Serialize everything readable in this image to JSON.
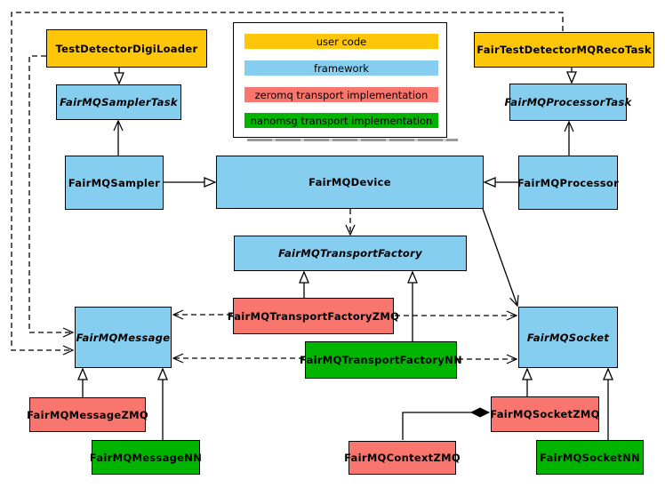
{
  "diagram": {
    "type": "uml-class-diagram",
    "subject": "FairMQ device / transport class hierarchy",
    "colors": {
      "user_code": "#FDC608",
      "framework": "#85CEEF",
      "zeromq": "#F8766D",
      "nanomsg": "#00B400",
      "line": "#000000",
      "background": "#ffffff"
    },
    "nodes": {
      "digi_loader": "TestDetectorDigiLoader",
      "reco_task": "FairTestDetectorMQRecoTask",
      "sampler_task": "FairMQSamplerTask",
      "processor_task": "FairMQProcessorTask",
      "sampler": "FairMQSampler",
      "device": "FairMQDevice",
      "processor": "FairMQProcessor",
      "transport_factory": "FairMQTransportFactory",
      "transport_factory_zmq": "FairMQTransportFactoryZMQ",
      "transport_factory_nn": "FairMQTransportFactoryNN",
      "message": "FairMQMessage",
      "socket": "FairMQSocket",
      "message_zmq": "FairMQMessageZMQ",
      "message_nn": "FairMQMessageNN",
      "socket_zmq": "FairMQSocketZMQ",
      "socket_nn": "FairMQSocketNN",
      "context_zmq": "FairMQContextZMQ"
    },
    "legend": {
      "items": [
        {
          "label": "user code",
          "color": "#FDC608"
        },
        {
          "label": "framework",
          "color": "#85CEEF"
        },
        {
          "label": "zeromq transport implementation",
          "color": "#F8766D"
        },
        {
          "label": "nanomsg transport implementation",
          "color": "#00B400"
        }
      ]
    },
    "edges": [
      {
        "from": "TestDetectorDigiLoader",
        "to": "FairMQSamplerTask",
        "type": "inherits"
      },
      {
        "from": "FairTestDetectorMQRecoTask",
        "to": "FairMQProcessorTask",
        "type": "inherits"
      },
      {
        "from": "FairMQSampler",
        "to": "FairMQDevice",
        "type": "inherits"
      },
      {
        "from": "FairMQProcessor",
        "to": "FairMQDevice",
        "type": "inherits"
      },
      {
        "from": "FairMQSampler",
        "to": "FairMQSamplerTask",
        "type": "association"
      },
      {
        "from": "FairMQProcessor",
        "to": "FairMQProcessorTask",
        "type": "association"
      },
      {
        "from": "FairMQDevice",
        "to": "FairMQSocket",
        "type": "association"
      },
      {
        "from": "FairMQDevice",
        "to": "FairMQTransportFactory",
        "type": "dependency"
      },
      {
        "from": "FairMQTransportFactoryZMQ",
        "to": "FairMQTransportFactory",
        "type": "inherits"
      },
      {
        "from": "FairMQTransportFactoryNN",
        "to": "FairMQTransportFactory",
        "type": "inherits"
      },
      {
        "from": "FairMQTransportFactoryZMQ",
        "to": "FairMQMessage",
        "type": "dependency"
      },
      {
        "from": "FairMQTransportFactoryZMQ",
        "to": "FairMQSocket",
        "type": "dependency"
      },
      {
        "from": "FairMQTransportFactoryNN",
        "to": "FairMQMessage",
        "type": "dependency"
      },
      {
        "from": "FairMQTransportFactoryNN",
        "to": "FairMQSocket",
        "type": "dependency"
      },
      {
        "from": "TestDetectorDigiLoader",
        "to": "FairMQMessage",
        "type": "dependency"
      },
      {
        "from": "FairTestDetectorMQRecoTask",
        "to": "FairMQMessage",
        "type": "dependency"
      },
      {
        "from": "FairMQMessageZMQ",
        "to": "FairMQMessage",
        "type": "inherits"
      },
      {
        "from": "FairMQMessageNN",
        "to": "FairMQMessage",
        "type": "inherits"
      },
      {
        "from": "FairMQSocketZMQ",
        "to": "FairMQSocket",
        "type": "inherits"
      },
      {
        "from": "FairMQSocketNN",
        "to": "FairMQSocket",
        "type": "inherits"
      },
      {
        "from": "FairMQSocketZMQ",
        "to": "FairMQContextZMQ",
        "type": "composition"
      }
    ]
  }
}
